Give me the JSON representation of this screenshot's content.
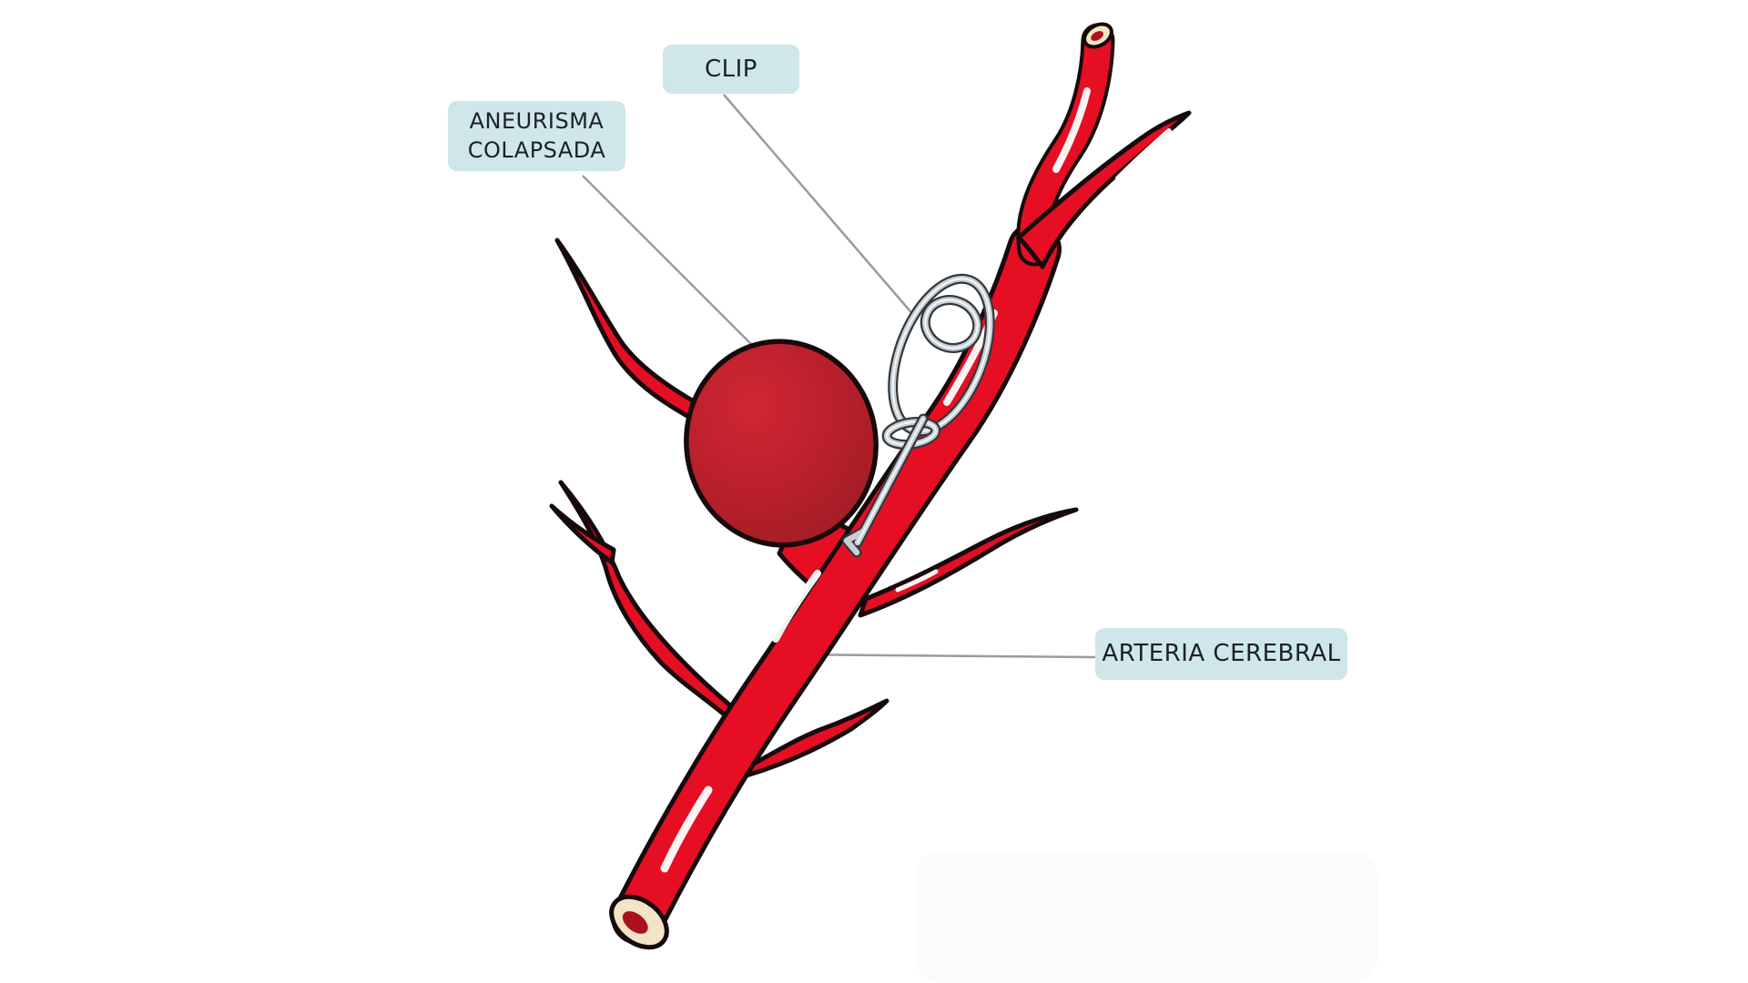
{
  "figure": {
    "description": "Medical diagram of a clipped cerebral aneurysm",
    "labels": {
      "clip": {
        "text": "CLIP"
      },
      "aneurysm": {
        "line1": "ANEURISMA",
        "line2": "COLAPSADA"
      },
      "artery": {
        "text": "ARTERIA CEREBRAL"
      }
    }
  },
  "colors": {
    "background": "#ffffff",
    "label_bg": "#cfe7ea",
    "label_text": "#1d2124",
    "leader_line": "#9b9b9b",
    "artery_red": "#e60e23",
    "artery_outline": "#170a0d",
    "aneurysm_light": "#d02733",
    "aneurysm_mid": "#bb202c",
    "aneurysm_dark": "#981c24",
    "vessel_cut_rim": "#f2e4c4",
    "vessel_lumen": "#ab1220",
    "clip_metal": "#c8cfd4",
    "clip_outline": "#33383d",
    "clip_highlight": "#f4f7f8"
  }
}
